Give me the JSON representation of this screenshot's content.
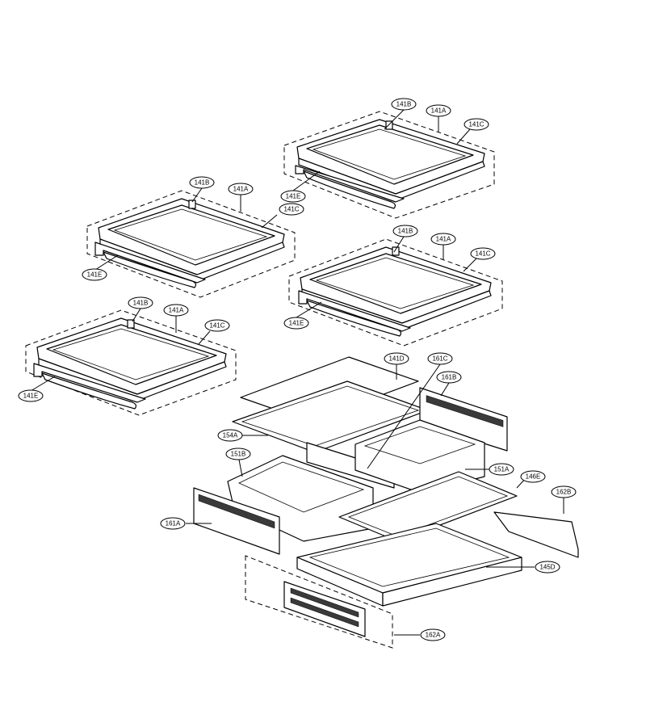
{
  "labels": {
    "a1_141B": "141B",
    "a1_141A": "141A",
    "a1_141C": "141C",
    "a1_141E": "141E",
    "a2_141B": "141B",
    "a2_141A": "141A",
    "a2_141C": "141C",
    "a2_141E": "141E",
    "a3_141B": "141B",
    "a3_141A": "141A",
    "a3_141C": "141C",
    "a3_141E": "141E",
    "a4_141B": "141B",
    "a4_141A": "141A",
    "a4_141C": "141C",
    "a4_141E": "141E",
    "l_141D": "141D",
    "l_161C": "161C",
    "l_161B": "161B",
    "l_154A": "154A",
    "l_151B": "151B",
    "l_151A": "151A",
    "l_146E": "146E",
    "l_162B": "162B",
    "l_161A": "161A",
    "l_145D": "145D",
    "l_162A": "162A"
  }
}
